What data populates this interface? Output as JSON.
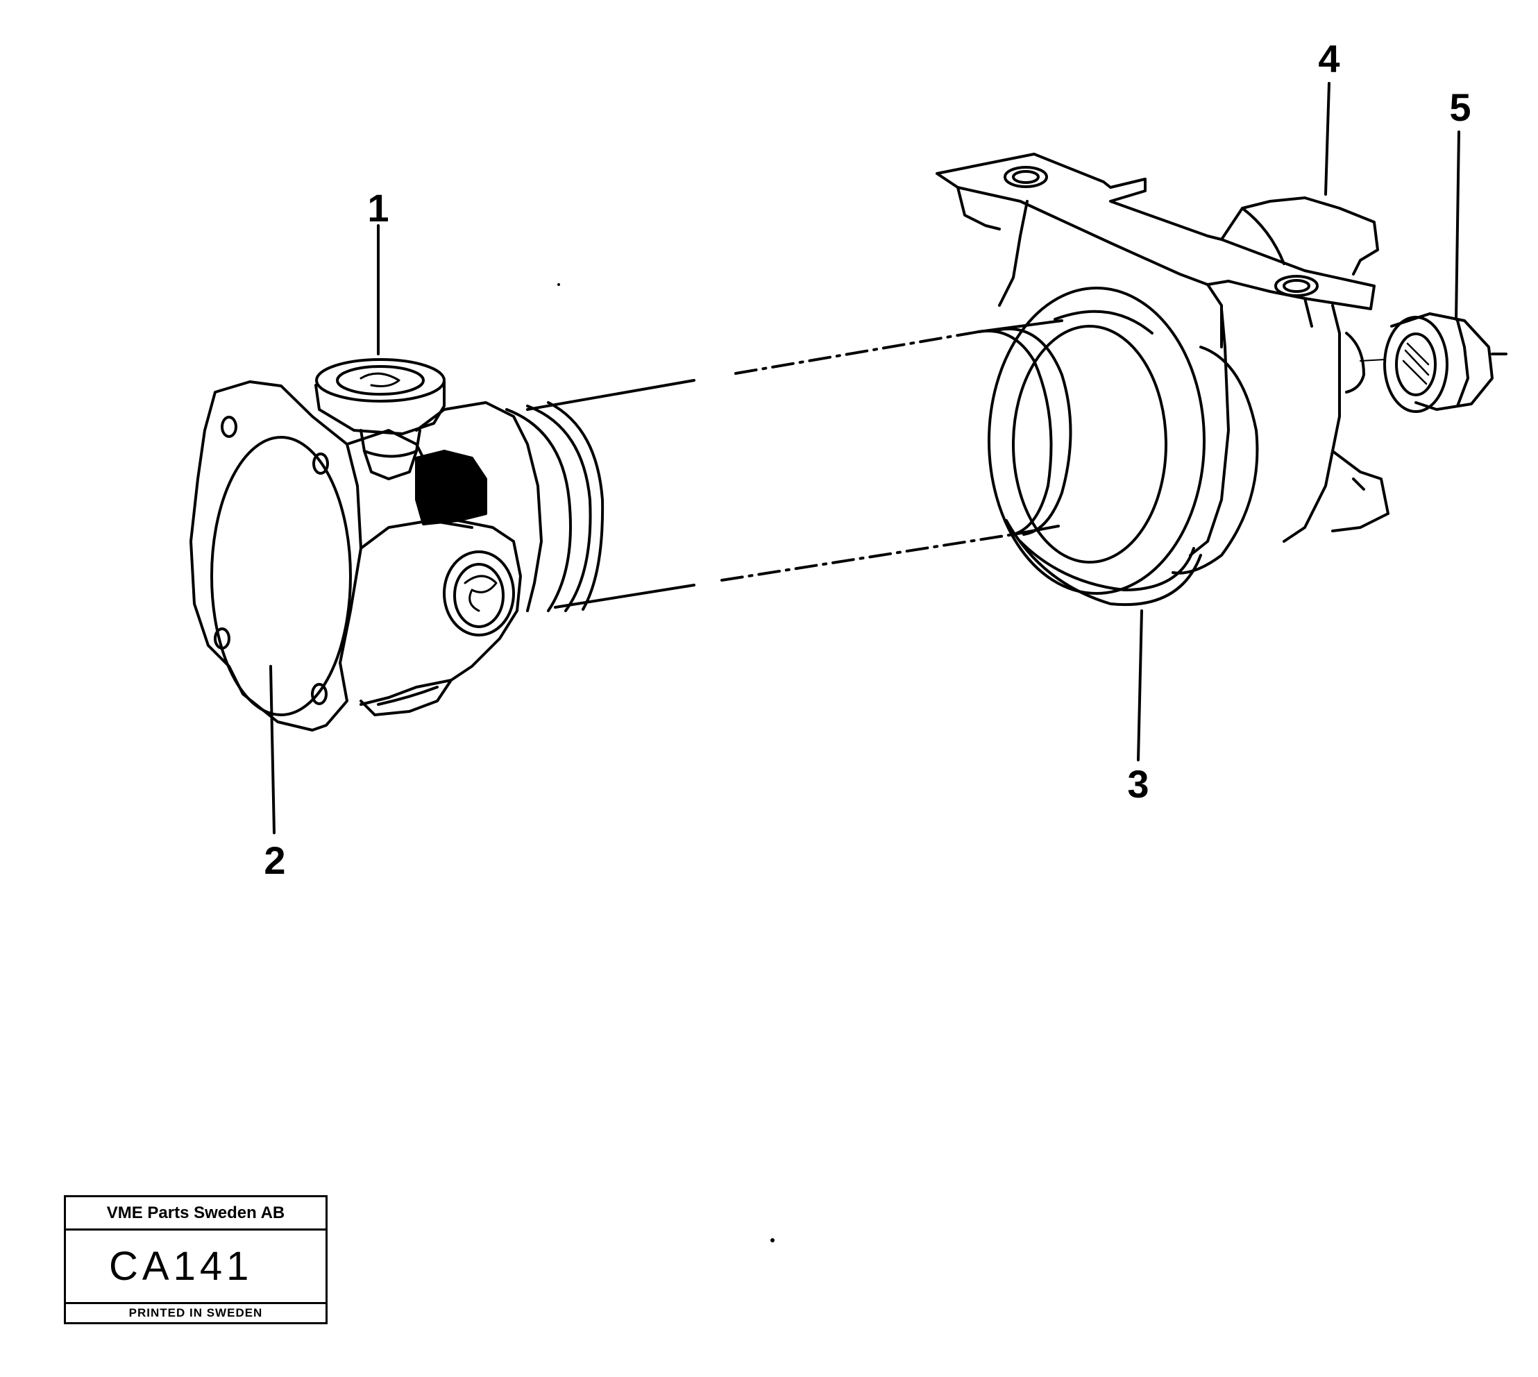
{
  "diagram": {
    "callouts": [
      {
        "id": "1",
        "label": "1"
      },
      {
        "id": "2",
        "label": "2"
      },
      {
        "id": "3",
        "label": "3"
      },
      {
        "id": "4",
        "label": "4"
      },
      {
        "id": "5",
        "label": "5"
      }
    ],
    "line_color": "#000000",
    "background": "#ffffff"
  },
  "title_block": {
    "company": "VME Parts Sweden AB",
    "code": "CA141",
    "printed": "PRINTED IN SWEDEN"
  }
}
